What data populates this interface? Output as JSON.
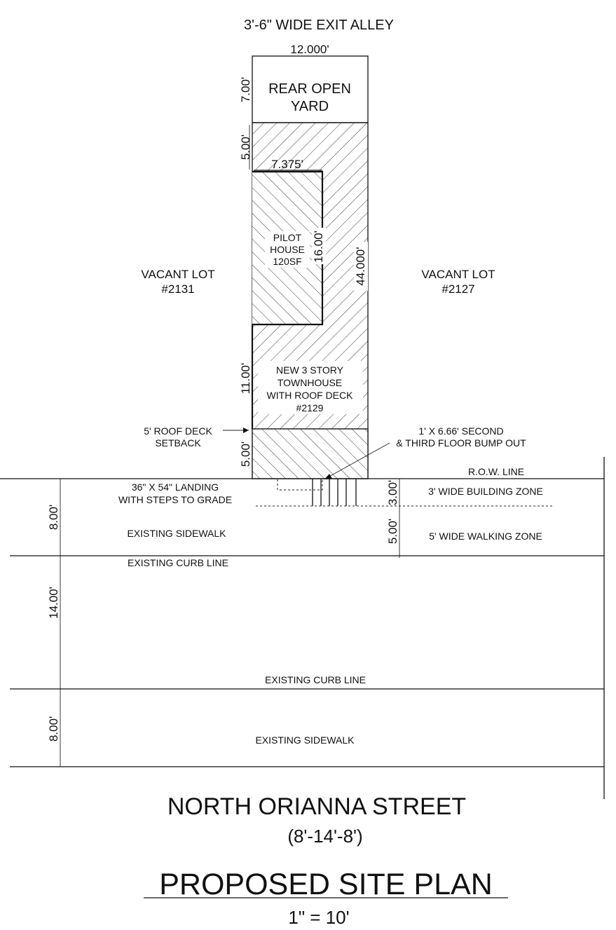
{
  "alley": {
    "label": "3'-6\"  WIDE EXIT ALLEY",
    "width_dim": "12.000'"
  },
  "rear_yard": {
    "label_line1": "REAR OPEN",
    "label_line2": "YARD",
    "depth_dim": "7.00'"
  },
  "rear_setback_dim": "5.00'",
  "pilot_house": {
    "width_dim": "7.375'",
    "depth_dim": "16.00'",
    "label_lines": [
      "PILOT",
      "HOUSE",
      "120SF"
    ]
  },
  "lot_depth_dim": "44.000'",
  "left_lot": {
    "line1": "VACANT LOT",
    "line2": "#2131"
  },
  "right_lot": {
    "line1": "VACANT LOT",
    "line2": "#2127"
  },
  "townhouse": {
    "lines": [
      "NEW 3 STORY",
      "TOWNHOUSE",
      "WITH ROOF DECK",
      "#2129"
    ],
    "deck_dim": "11.00'"
  },
  "front_setback_dim": "5.00'",
  "roof_deck_setback": {
    "line1": "5'  ROOF DECK",
    "line2": "SETBACK"
  },
  "bump_out": {
    "line1": "1' X 6.66' SECOND",
    "line2": "& THIRD FLOOR BUMP OUT"
  },
  "row_line_label": "R.O.W. LINE",
  "landing": {
    "line1": "36\" X 54\" LANDING",
    "line2": "WITH STEPS TO GRADE"
  },
  "building_zone": {
    "label": "3' WIDE BUILDING ZONE",
    "dim": "3.00'"
  },
  "walking_zone": {
    "label": "5' WIDE WALKING ZONE",
    "dim": "5.00'"
  },
  "sidewalk_near": {
    "label": "EXISTING SIDEWALK",
    "dim": "8.00'"
  },
  "curb_near_label": "EXISTING CURB LINE",
  "roadway_dim": "14.00'",
  "curb_far_label": "EXISTING CURB LINE",
  "sidewalk_far": {
    "label": "EXISTING SIDEWALK",
    "dim": "8.00'"
  },
  "street": {
    "name": "NORTH ORIANNA STREET",
    "widths": "(8'-14'-8')"
  },
  "title": "PROPOSED SITE PLAN",
  "scale": "1\" = 10'"
}
